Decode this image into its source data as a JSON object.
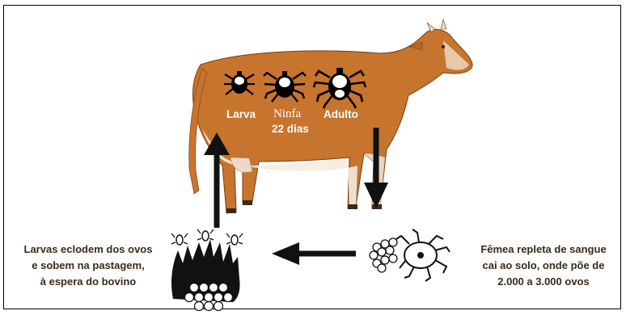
{
  "labels": {
    "larva": "Larva",
    "ninfa": "Ninfa",
    "adulto": "Adulto",
    "days": "22 dias"
  },
  "left_caption": {
    "line1": "Larvas eclodem dos ovos",
    "line2": "e sobem na pastagem,",
    "line3": "à espera do bovino"
  },
  "right_caption": {
    "line1": "Fêmea repleta de sangue",
    "line2": "cai ao solo, onde põe de",
    "line3": "2.000 a 3.000 ovos"
  },
  "colors": {
    "cow_body": "#c7742f",
    "cow_white": "#f3ece0",
    "arrow": "#111111",
    "caption_text": "#3a2a1a"
  }
}
